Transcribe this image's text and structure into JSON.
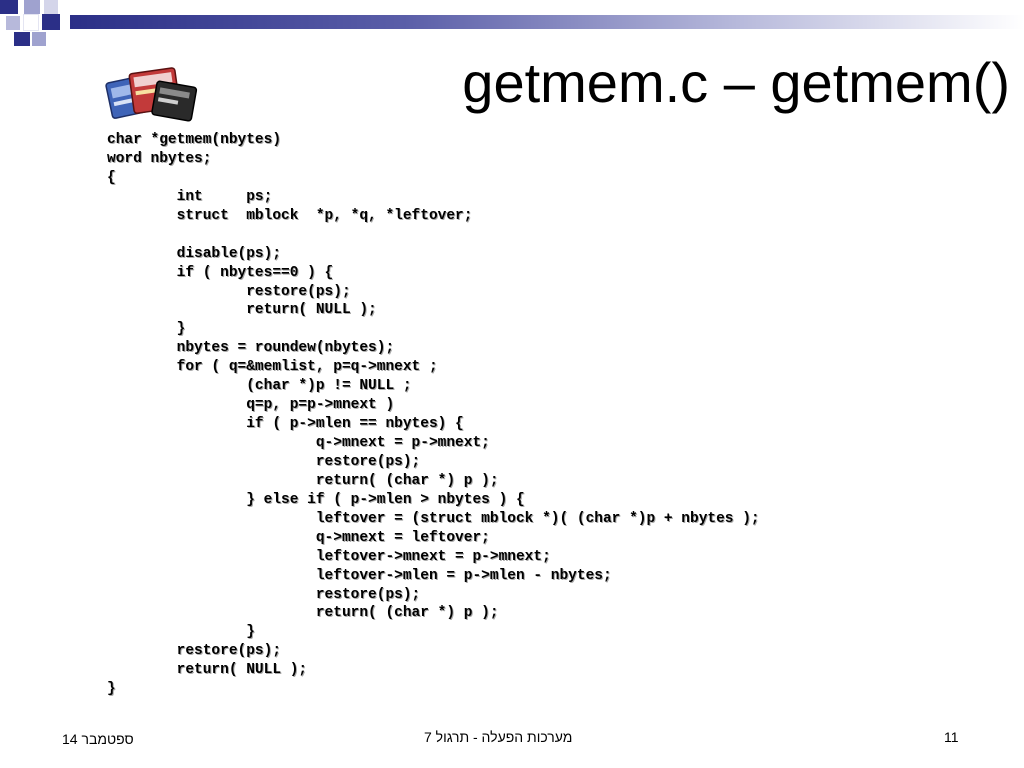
{
  "slide": {
    "title": "getmem.c – getmem()",
    "logo_icon": "memory-cards-icon",
    "colors": {
      "band_dark": "#2b2f87",
      "band_light": "#b7b9db",
      "square_mid": "#9fa2cf"
    }
  },
  "code_lines": [
    "char *getmem(nbytes)",
    "word nbytes;",
    "{",
    "        int     ps;",
    "        struct  mblock  *p, *q, *leftover;",
    "",
    "        disable(ps);",
    "        if ( nbytes==0 ) {",
    "                restore(ps);",
    "                return( NULL );",
    "        }",
    "        nbytes = roundew(nbytes);",
    "        for ( q=&memlist, p=q->mnext ;",
    "                (char *)p != NULL ;",
    "                q=p, p=p->mnext )",
    "                if ( p->mlen == nbytes) {",
    "                        q->mnext = p->mnext;",
    "                        restore(ps);",
    "                        return( (char *) p );",
    "                } else if ( p->mlen > nbytes ) {",
    "                        leftover = (struct mblock *)( (char *)p + nbytes );",
    "                        q->mnext = leftover;",
    "                        leftover->mnext = p->mnext;",
    "                        leftover->mlen = p->mlen - nbytes;",
    "                        restore(ps);",
    "                        return( (char *) p );",
    "                }",
    "        restore(ps);",
    "        return( NULL );",
    "}"
  ],
  "footer": {
    "date": "ספטמבר 14",
    "course": "מערכות הפעלה - תרגול 7",
    "page_number": "11"
  }
}
